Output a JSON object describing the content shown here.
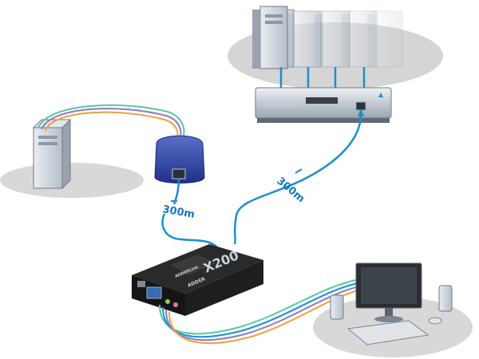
{
  "distances": {
    "left_link": "300m",
    "right_link": "300m"
  },
  "unit_brand": {
    "model": "X200",
    "maker": "ADDER",
    "series": "ADDERLink"
  },
  "switch_brand": {
    "maker": "ADDERVIEW",
    "model": "CATx1000"
  },
  "colors": {
    "cable_blue": "#1a8fd0",
    "cable_green": "#57c8a0",
    "cable_purple": "#8a7ac8",
    "cable_orange": "#f0a040",
    "accent": "#1878c0"
  }
}
